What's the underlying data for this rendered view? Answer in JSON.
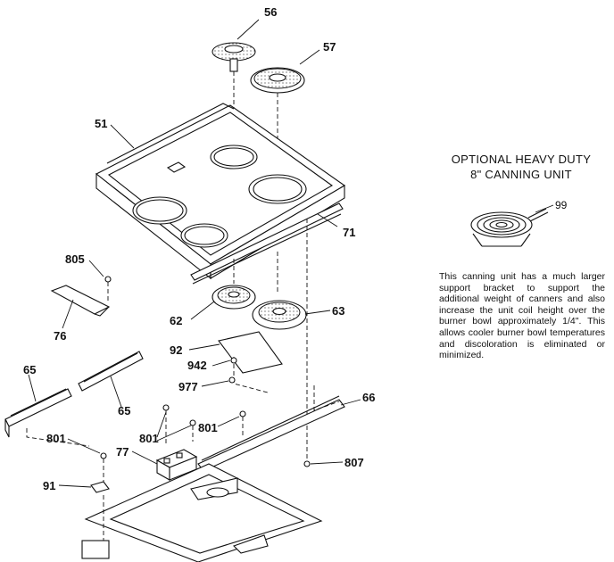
{
  "labels": {
    "p56": "56",
    "p57": "57",
    "p51": "51",
    "p71": "71",
    "p805": "805",
    "p76": "76",
    "p62": "62",
    "p63": "63",
    "p92": "92",
    "p942": "942",
    "p977": "977",
    "p65a": "65",
    "p65b": "65",
    "p66": "66",
    "p801a": "801",
    "p801b": "801",
    "p801c": "801",
    "p77": "77",
    "p807": "807",
    "p91": "91",
    "p99": "99"
  },
  "side_panel": {
    "title_line1": "OPTIONAL HEAVY DUTY",
    "title_line2": "8\" CANNING UNIT",
    "note": "This canning unit has a much larger support bracket to support the additional weight of canners and also increase the unit coil height over the burner bowl approximately 1/4\". This allows cooler burner bowl temperatures and discoloration is eliminated or minimized."
  }
}
